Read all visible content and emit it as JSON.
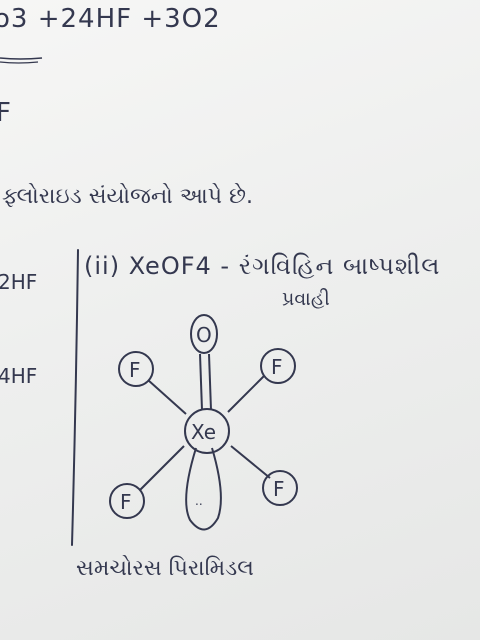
{
  "lines": {
    "line1": "o3 +24HF +3O2",
    "line2": "F",
    "line3": "ફ્લોરાઇડ સંયોજનો આપે છે.",
    "line4_left": "2HF",
    "line4_right": "(ii) XeOF4 - રંગવિહિન બાષ્પશીલ",
    "line5": "પ્રવાહી",
    "line6": "4HF",
    "caption": "સમચોરસ પિરામિડલ"
  },
  "diagram": {
    "central": "Xe",
    "top": "O",
    "ligands": [
      "F",
      "F",
      "F",
      "F"
    ],
    "lone_pair": "..",
    "colors": {
      "ink": "#34384f",
      "paper": "#f1f2f1"
    }
  }
}
